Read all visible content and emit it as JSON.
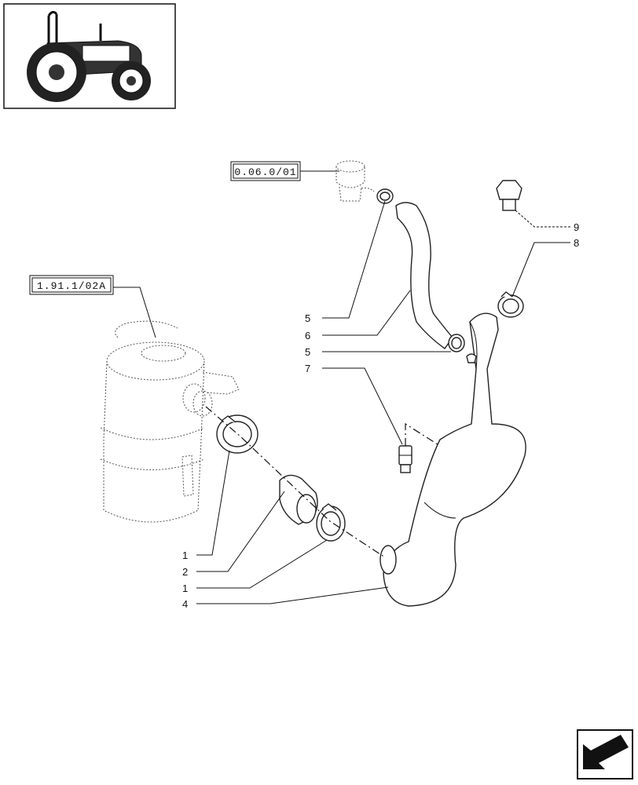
{
  "references": {
    "top_ref": "0.06.0/01",
    "left_ref": "1.91.1/02A"
  },
  "callouts": [
    {
      "id": "c5a",
      "label": "5"
    },
    {
      "id": "c6",
      "label": "6"
    },
    {
      "id": "c5b",
      "label": "5"
    },
    {
      "id": "c7",
      "label": "7"
    },
    {
      "id": "c9",
      "label": "9"
    },
    {
      "id": "c8",
      "label": "8"
    },
    {
      "id": "c1a",
      "label": "1"
    },
    {
      "id": "c2",
      "label": "2"
    },
    {
      "id": "c1b",
      "label": "1"
    },
    {
      "id": "c4",
      "label": "4"
    }
  ],
  "icons": {
    "thumbnail": "tractor-thumbnail-icon",
    "navigation": "arrow-back-icon"
  }
}
